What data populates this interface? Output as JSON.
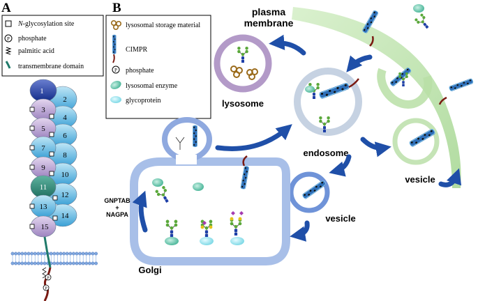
{
  "panel_a": {
    "label": "A",
    "legend": [
      {
        "icon": "square-icon",
        "text_italic": "N",
        "text_rest": "-glycosylation site"
      },
      {
        "icon": "phosphate-icon",
        "symbol": "P",
        "text": "phosphate"
      },
      {
        "icon": "palmitic-acid-icon",
        "text": "palmitic acid"
      },
      {
        "icon": "transmembrane-domain-icon",
        "text": "transmembrane domain"
      }
    ],
    "domains": [
      "1",
      "2",
      "3",
      "4",
      "5",
      "6",
      "7",
      "8",
      "9",
      "10",
      "11",
      "12",
      "13",
      "14",
      "15"
    ],
    "phosphate_symbol": "P"
  },
  "panel_b": {
    "label": "B",
    "legend": [
      {
        "icon": "storage-material-icon",
        "text": "lysosomal storage material"
      },
      {
        "icon": "cimpr-icon",
        "text": "CIMPR"
      },
      {
        "icon": "phosphate-icon",
        "symbol": "P",
        "text": "phosphate"
      },
      {
        "icon": "lysosomal-enzyme-icon",
        "text": "lysosomal enzyme"
      },
      {
        "icon": "glycoprotein-icon",
        "text": "glycoprotein"
      }
    ],
    "labels": {
      "plasma_membrane_1": "plasma",
      "plasma_membrane_2": "membrane",
      "lysosome": "lysosome",
      "endosome": "endosome",
      "vesicle_right": "vesicle",
      "vesicle_bottom": "vesicle",
      "golgi": "Golgi",
      "enzymes_1": "GNPTAB",
      "enzymes_2": "+",
      "enzymes_3": "NAGPA"
    }
  },
  "colors": {
    "cimpr_blue": "#3a7fc0",
    "tail": "#7a1a12",
    "enzyme": "#7fd0b8",
    "glycan_green": "#5aa83a",
    "arrow_blue": "#1f4fa8",
    "membrane_green": "#b8dfa6",
    "golgi": "#a8bfe8",
    "lysosome": "#b39ac8"
  }
}
